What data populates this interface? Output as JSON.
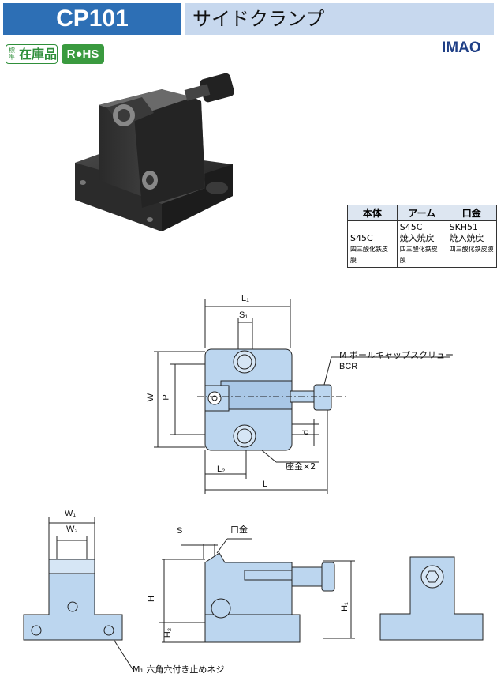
{
  "header": {
    "part_number": "CP101",
    "product_name": "サイドクランプ"
  },
  "badges": {
    "stock_small": "標準",
    "stock_main": "在庫品",
    "rohs": "R●HS"
  },
  "brand": {
    "logo": "IMAO"
  },
  "material_table": {
    "headers": [
      "本体",
      "アーム",
      "口金"
    ],
    "cells": [
      {
        "line1": "S45C",
        "line2": "",
        "note": "四三酸化鉄皮膜"
      },
      {
        "line1": "S45C",
        "line2": "焼入焼戻",
        "note": "四三酸化鉄皮膜"
      },
      {
        "line1": "SKH51",
        "line2": "焼入焼戻",
        "note": "四三酸化鉄皮膜"
      }
    ]
  },
  "top_view": {
    "L1": "L₁",
    "S1": "S₁",
    "W": "W",
    "P": "P",
    "d": "d",
    "L2": "L₂",
    "L": "L",
    "screw_label": "M ボールキャップスクリュー",
    "bcr": "BCR",
    "washer": "座金×2"
  },
  "front_view": {
    "W1": "W₁",
    "W2": "W₂",
    "M1": "M₁ 六角穴付き止めネジ"
  },
  "side_view": {
    "S": "S",
    "jaw": "口金",
    "H": "H",
    "H1": "H₁",
    "H2": "H₂"
  },
  "colors": {
    "header_blue": "#2d6fb5",
    "header_light": "#c7d8ee",
    "part_fill": "#bcd6ef",
    "rohs_green": "#3a9a3f"
  }
}
